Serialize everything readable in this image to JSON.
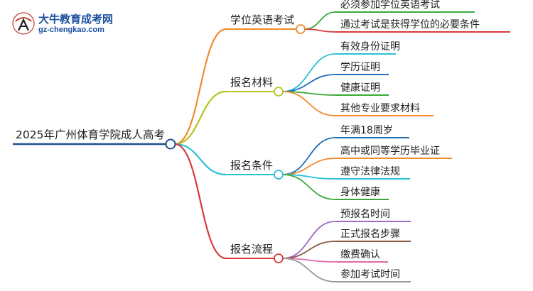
{
  "logo": {
    "title": "大牛教育成考网",
    "url": "gz-chengkao.com"
  },
  "mindmap": {
    "root": "2025年广州体育学院成人高考",
    "branches": [
      {
        "label": "学位英语考试",
        "color": "#f28a2e",
        "children": [
          {
            "label": "必须参加学位英语考试",
            "color": "#3aa83a"
          },
          {
            "label": "通过考试是获得学位的必要条件",
            "color": "#d93a3a"
          }
        ]
      },
      {
        "label": "报名材料",
        "color": "#b8c424",
        "children": [
          {
            "label": "有效身份证明",
            "color": "#2bc0d8"
          },
          {
            "label": "学历证明",
            "color": "#1f6fb8"
          },
          {
            "label": "健康证明",
            "color": "#3aa83a"
          },
          {
            "label": "其他专业要求材料",
            "color": "#f28a2e"
          }
        ]
      },
      {
        "label": "报名条件",
        "color": "#2bc0d8",
        "children": [
          {
            "label": "年满18周岁",
            "color": "#1f6fb8"
          },
          {
            "label": "高中或同等学历毕业证",
            "color": "#f28a2e"
          },
          {
            "label": "遵守法律法规",
            "color": "#2bc0d8"
          },
          {
            "label": "身体健康",
            "color": "#3aa83a"
          }
        ]
      },
      {
        "label": "报名流程",
        "color": "#d93a3a",
        "children": [
          {
            "label": "预报名时间",
            "color": "#9b6cc4"
          },
          {
            "label": "正式报名步骤",
            "color": "#8a5a44"
          },
          {
            "label": "缴费确认",
            "color": "#e06aa8"
          },
          {
            "label": "参加考试时间",
            "color": "#999999"
          }
        ]
      }
    ],
    "root_color": "#1f4e8c"
  }
}
